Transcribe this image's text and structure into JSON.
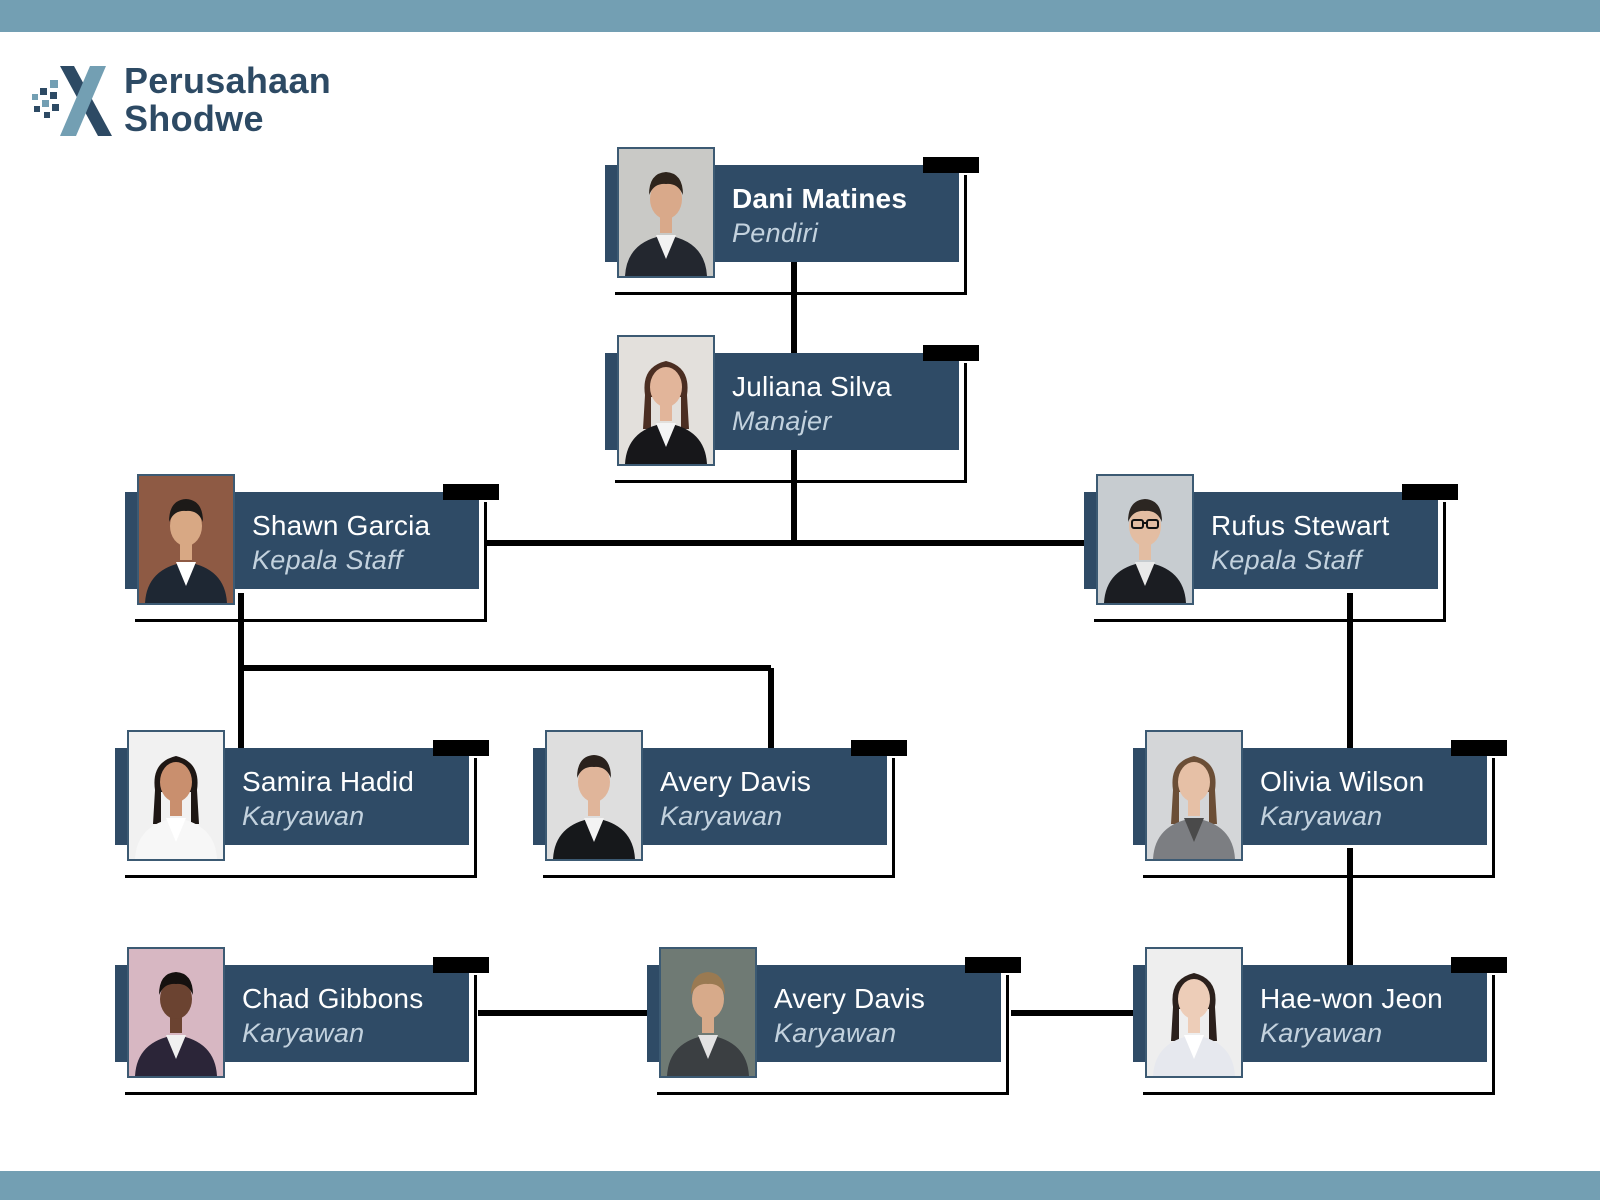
{
  "brand": {
    "line1": "Perusahaan",
    "line2": "Shodwe",
    "logo_icon": "shodwe-x-logo-icon",
    "color": "#2d4a64",
    "accent": "#739fb3"
  },
  "colors": {
    "card": "#2f4b66",
    "band": "#739fb3",
    "role_text": "#c3d2de",
    "connector": "#000000"
  },
  "people": [
    {
      "id": "dani",
      "name": "Dani Matines",
      "role": "Pendiri",
      "photo": "portrait-man-suit"
    },
    {
      "id": "juliana",
      "name": "Juliana Silva",
      "role": "Manajer",
      "photo": "portrait-woman-blazer"
    },
    {
      "id": "shawn",
      "name": "Shawn Garcia",
      "role": "Kepala Staff",
      "photo": "portrait-man-suit-brick-wall"
    },
    {
      "id": "rufus",
      "name": "Rufus Stewart",
      "role": "Kepala Staff",
      "photo": "portrait-man-glasses"
    },
    {
      "id": "samira",
      "name": "Samira Hadid",
      "role": "Karyawan",
      "photo": "portrait-woman-white-shirt"
    },
    {
      "id": "avery1",
      "name": "Avery Davis",
      "role": "Karyawan",
      "photo": "portrait-man-tie"
    },
    {
      "id": "olivia",
      "name": "Olivia Wilson",
      "role": "Karyawan",
      "photo": "portrait-woman-grey-blazer"
    },
    {
      "id": "chad",
      "name": "Chad Gibbons",
      "role": "Karyawan",
      "photo": "portrait-man-pinstripe"
    },
    {
      "id": "avery2",
      "name": "Avery Davis",
      "role": "Karyawan",
      "photo": "portrait-man-adjusting-tie"
    },
    {
      "id": "haewon",
      "name": "Hae-won Jeon",
      "role": "Karyawan",
      "photo": "portrait-woman-striped-shirt"
    }
  ],
  "links": [
    [
      "dani",
      "juliana"
    ],
    [
      "juliana",
      "shawn"
    ],
    [
      "juliana",
      "rufus"
    ],
    [
      "shawn",
      "samira"
    ],
    [
      "shawn",
      "avery1"
    ],
    [
      "rufus",
      "olivia"
    ],
    [
      "olivia",
      "haewon"
    ],
    [
      "chad",
      "avery2"
    ],
    [
      "avery2",
      "haewon"
    ]
  ]
}
